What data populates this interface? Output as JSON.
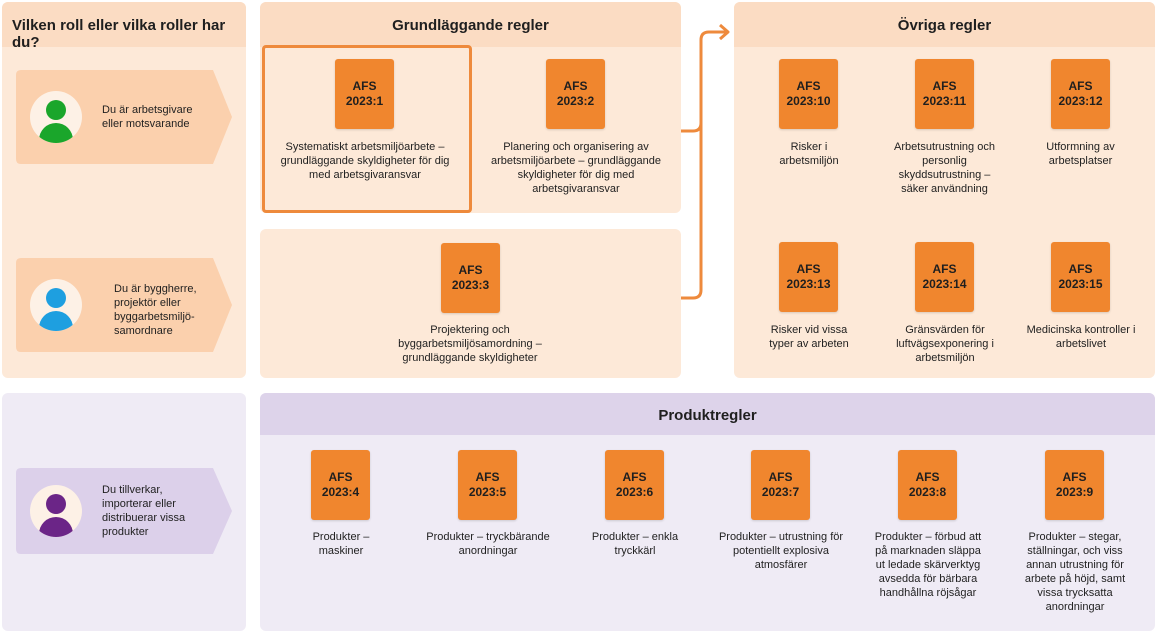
{
  "roles_header": "Vilken roll eller vilka roller har du?",
  "roles": [
    {
      "text": "Du är arbetsgivare eller motsvarande",
      "color": "#1aa62b"
    },
    {
      "text": "Du är byggherre, projektör eller byggarbetsmiljö-samordnare",
      "color": "#1e9fe0"
    },
    {
      "text": "Du tillverkar, importerar eller distribuerar vissa produkter",
      "color": "#6b2587"
    }
  ],
  "colors": {
    "accent": "#f0862e",
    "peach": "#fde9d8",
    "peach_header": "#fbdcc3",
    "lavender": "#efebf5",
    "lavender_header": "#ddd3ea"
  },
  "grund": {
    "title": "Grundläggande regler",
    "items": [
      {
        "afs": "AFS",
        "num": "2023:1",
        "desc": "Systematiskt arbetsmiljöarbete – grundläggande skyldigheter för dig med arbetsgivaransvar"
      },
      {
        "afs": "AFS",
        "num": "2023:2",
        "desc": "Planering och organisering av arbetsmiljöarbete – grundläggande skyldigheter för dig med arbetsgivaransvar"
      },
      {
        "afs": "AFS",
        "num": "2023:3",
        "desc": "Projektering och byggarbetsmiljösamordning – grundläggande skyldigheter"
      }
    ]
  },
  "ovriga": {
    "title": "Övriga regler",
    "items": [
      {
        "afs": "AFS",
        "num": "2023:10",
        "desc": "Risker i arbetsmiljön"
      },
      {
        "afs": "AFS",
        "num": "2023:11",
        "desc": "Arbetsutrustning och personlig skyddsutrustning – säker användning"
      },
      {
        "afs": "AFS",
        "num": "2023:12",
        "desc": "Utformning av arbetsplatser"
      },
      {
        "afs": "AFS",
        "num": "2023:13",
        "desc": "Risker vid vissa typer av arbeten"
      },
      {
        "afs": "AFS",
        "num": "2023:14",
        "desc": "Gränsvärden för luftvägsexponering i arbetsmiljön"
      },
      {
        "afs": "AFS",
        "num": "2023:15",
        "desc": "Medicinska kontroller i arbetslivet"
      }
    ]
  },
  "produkt": {
    "title": "Produktregler",
    "items": [
      {
        "afs": "AFS",
        "num": "2023:4",
        "desc": "Produkter – maskiner"
      },
      {
        "afs": "AFS",
        "num": "2023:5",
        "desc": "Produkter – tryckbärande anordningar"
      },
      {
        "afs": "AFS",
        "num": "2023:6",
        "desc": "Produkter – enkla tryckkärl"
      },
      {
        "afs": "AFS",
        "num": "2023:7",
        "desc": "Produkter – utrustning för potentiellt explosiva atmosfärer"
      },
      {
        "afs": "AFS",
        "num": "2023:8",
        "desc": "Produkter – förbud att på marknaden släppa ut ledade skärverktyg avsedda för bärbara handhållna röjsågar"
      },
      {
        "afs": "AFS",
        "num": "2023:9",
        "desc": "Produkter – stegar, ställningar, och viss annan utrustning för arbete på höjd, samt vissa trycksatta anordningar"
      }
    ]
  }
}
